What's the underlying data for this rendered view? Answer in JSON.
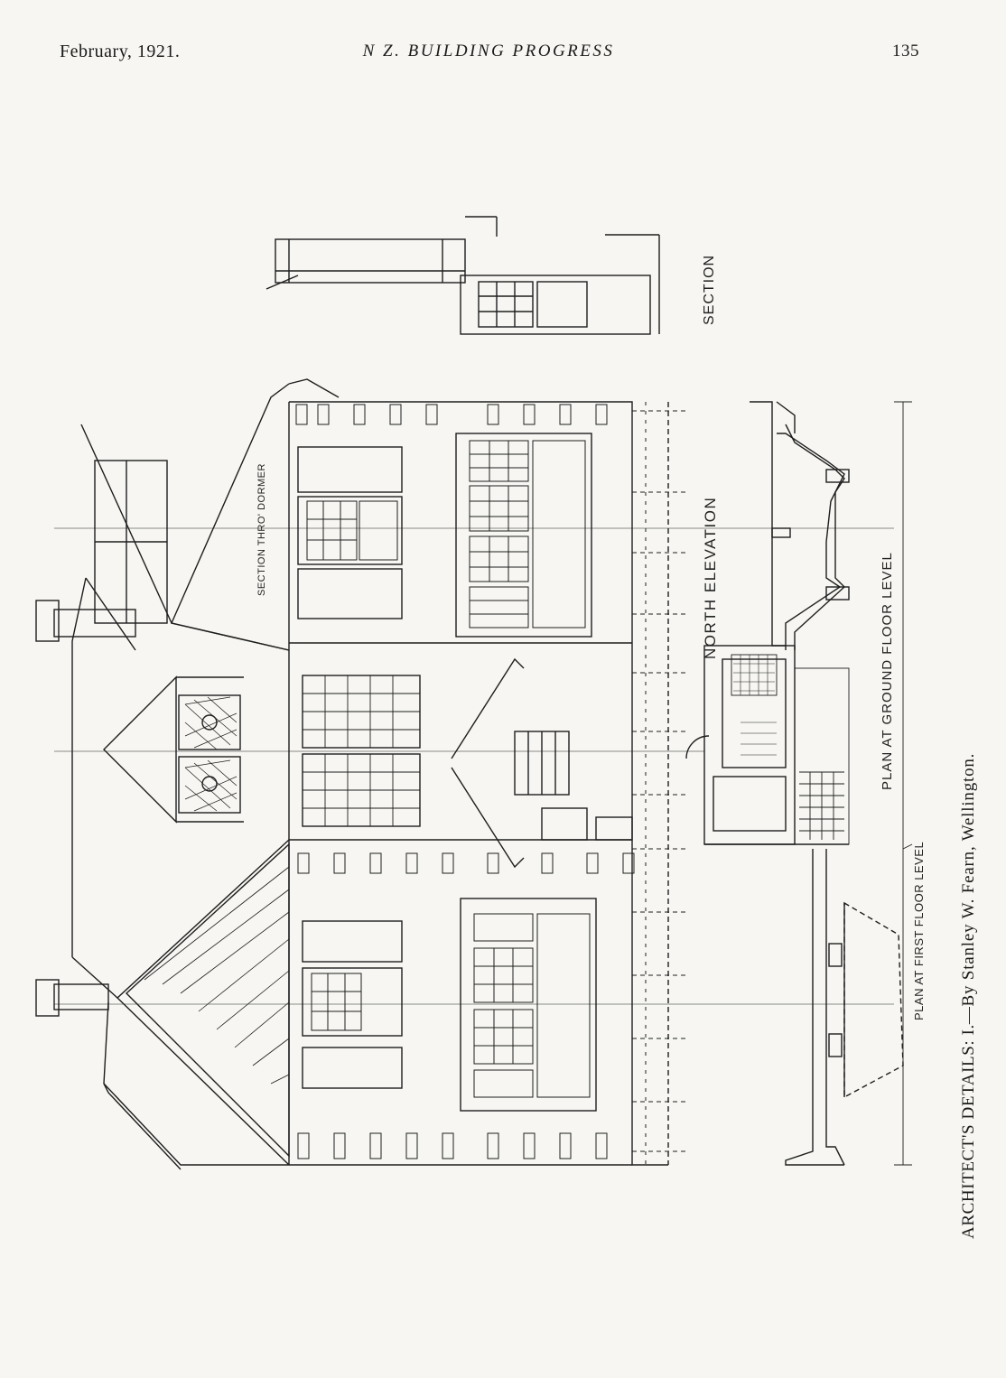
{
  "header": {
    "date": "February, 1921.",
    "journal": "N Z. BUILDING PROGRESS",
    "page_number": "135"
  },
  "drawing_labels": {
    "section": "SECTION",
    "north_elevation": "NORTH ELEVATION",
    "ground_plan": "PLAN AT GROUND FLOOR LEVEL",
    "first_plan": "PLAN AT FIRST FLOOR LEVEL",
    "dormer_section": "SECTION THRO' DORMER"
  },
  "caption": {
    "title": "ARCHITECT'S DETAILS: I.—",
    "credit": "By Stanley W. Fearn, Wellington."
  }
}
